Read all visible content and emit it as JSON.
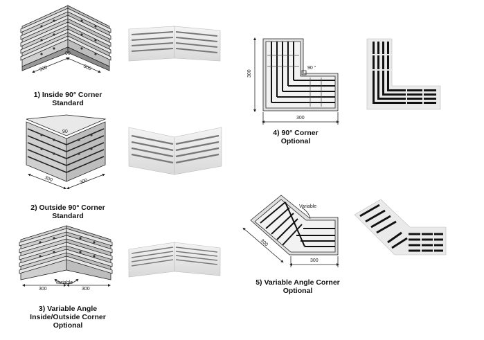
{
  "dimensions": {
    "side_a": "300",
    "side_b": "300",
    "angle_90": "90",
    "angle_90_deg": "90 °",
    "variable": "Variable"
  },
  "captions": {
    "c1": {
      "line1": "1)  Inside 90° Corner",
      "line2": "Standard"
    },
    "c2": {
      "line1": "2)  Outside 90° Corner",
      "line2": "Standard"
    },
    "c3": {
      "line1": "3)  Variable Angle",
      "line2": "Inside/Outside Corner",
      "line3": "Optional"
    },
    "c4": {
      "line1": "4)  90° Corner",
      "line2": "Optional"
    },
    "c5": {
      "line1": "5)  Variable Angle Corner",
      "line2": "Optional"
    }
  }
}
